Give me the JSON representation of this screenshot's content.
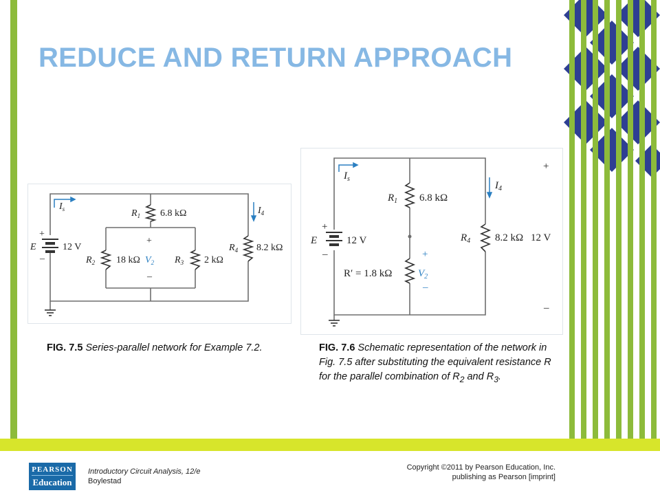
{
  "slide": {
    "title": "REDUCE AND RETURN APPROACH"
  },
  "figure_7_5": {
    "caption_number": "FIG. 7.5",
    "caption_text": " Series-parallel network for Example 7.2.",
    "labels": {
      "current_is": "I",
      "current_is_sub": "s",
      "current_i4": "I",
      "current_i4_sub": "4",
      "r1_name": "R",
      "r1_sub": "1",
      "r1_value": "6.8 kΩ",
      "r2_name": "R",
      "r2_sub": "2",
      "r2_value": "18 kΩ",
      "v2_name": "V",
      "v2_sub": "2",
      "r3_name": "R",
      "r3_sub": "3",
      "r3_value": "2 kΩ",
      "r4_name": "R",
      "r4_sub": "4",
      "r4_value": "8.2 kΩ",
      "source_name": "E",
      "source_value": "12 V",
      "plus": "+",
      "minus": "–"
    }
  },
  "figure_7_6": {
    "caption_number": "FIG. 7.6",
    "caption_line1": " Schematic representation of the network in Fig. 7.5 after substituting the equivalent resistance R for the parallel combination of R",
    "caption_sub2": "2",
    "caption_and": " and R",
    "caption_sub3": "3",
    "caption_end": ".",
    "labels": {
      "current_is": "I",
      "current_is_sub": "s",
      "current_i4": "I",
      "current_i4_sub": "4",
      "r1_name": "R",
      "r1_sub": "1",
      "r1_value": "6.8 kΩ",
      "rprime_label": "R′ = 1.8 kΩ",
      "v2_name": "V",
      "v2_sub": "2",
      "r4_name": "R",
      "r4_sub": "4",
      "r4_value": "8.2 kΩ",
      "r4_voltage": "12 V",
      "source_name": "E",
      "source_value": "12 V",
      "plus": "+",
      "minus": "–"
    }
  },
  "footer": {
    "logo_line1": "PEARSON",
    "logo_line2": "Education",
    "book_title": "Introductory Circuit Analysis, 12/e",
    "book_author": "Boylestad",
    "copyright_line1": "Copyright ©2011 by Pearson Education, Inc.",
    "copyright_line2": "publishing as Pearson [imprint]"
  },
  "colors": {
    "title": "#86b8e4",
    "accent_green": "#8dbb3b",
    "band_yellow": "#d7e52b",
    "diamond_blue": "#2e3f93",
    "wire_gray": "#6e6e6e",
    "arrow_blue": "#2a7fc1"
  }
}
